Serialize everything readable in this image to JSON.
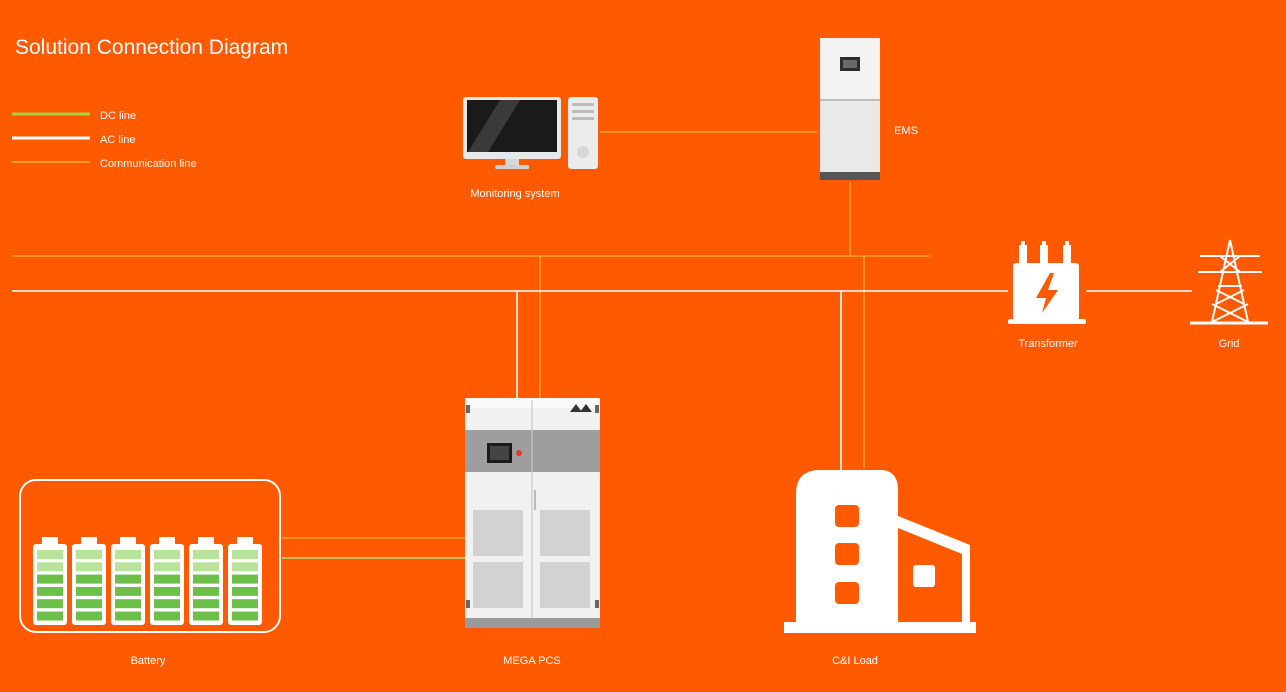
{
  "title": "Solution Connection Diagram",
  "legend": {
    "dc": "DC line",
    "ac": "AC line",
    "comm": "Communication line"
  },
  "labels": {
    "monitoring": "Monitoring system",
    "ems": "EMS",
    "transformer": "Transformer",
    "grid": "Grid",
    "battery": "Battery",
    "pcs": "MEGA PCS",
    "load": "C&I Load"
  },
  "colors": {
    "background": "#ff5a00",
    "ac_line": "#ffffff",
    "dc_line": "#a8d23c",
    "comm_line": "#ffae3d",
    "battery_cell": "#6cc04a",
    "battery_cell_light": "#b7e39a"
  }
}
